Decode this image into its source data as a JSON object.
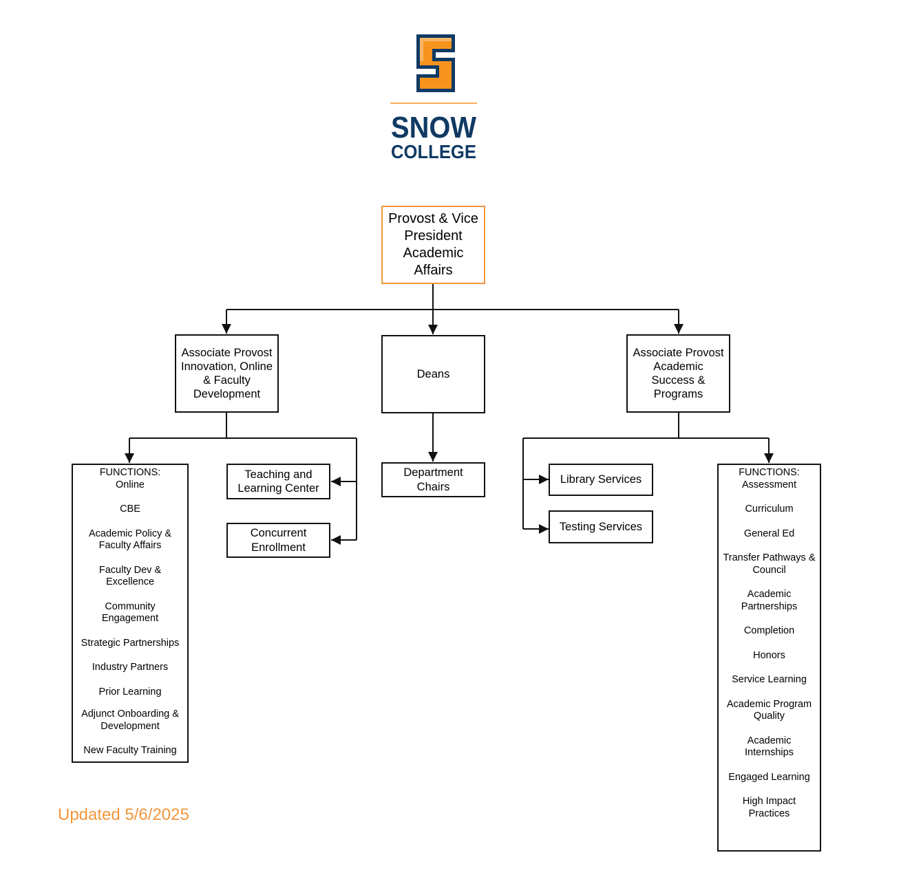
{
  "logo": {
    "brand_line1": "SNOW",
    "brand_line2": "COLLEGE",
    "orange": "#f7941d",
    "navy": "#0f3a64"
  },
  "top": {
    "label": "Provost & Vice\nPresident\nAcademic\nAffairs"
  },
  "assoc_left": {
    "label": "Associate Provost\nInnovation, Online\n& Faculty\nDevelopment"
  },
  "deans": {
    "label": "Deans"
  },
  "assoc_right": {
    "label": "Associate Provost\nAcademic\nSuccess &\nPrograms"
  },
  "teaching": {
    "label": "Teaching and\nLearning Center"
  },
  "concurrent": {
    "label": "Concurrent\nEnrollment"
  },
  "dept_chairs": {
    "label": "Department\nChairs"
  },
  "library": {
    "label": "Library Services"
  },
  "testing": {
    "label": "Testing Services"
  },
  "left_functions": {
    "heading": "FUNCTIONS:",
    "items": [
      "Online",
      "CBE",
      "Academic Policy &\nFaculty Affairs",
      "Faculty Dev &\nExcellence",
      "Community\nEngagement",
      "Strategic Partnerships",
      "Industry Partners",
      "Prior Learning",
      "Adjunct Onboarding &\nDevelopment",
      "New Faculty Training"
    ]
  },
  "right_functions": {
    "heading": "FUNCTIONS:",
    "items": [
      "Assessment",
      "Curriculum",
      "General Ed",
      "Transfer Pathways &\nCouncil",
      "Academic\nPartnerships",
      "Completion",
      "Honors",
      "Service Learning",
      "Academic Program\nQuality",
      "Academic\nInternships",
      "Engaged Learning",
      "High Impact\nPractices"
    ]
  },
  "updated": "Updated 5/6/2025",
  "colors": {
    "accent": "#f0963c",
    "line": "#111111"
  }
}
